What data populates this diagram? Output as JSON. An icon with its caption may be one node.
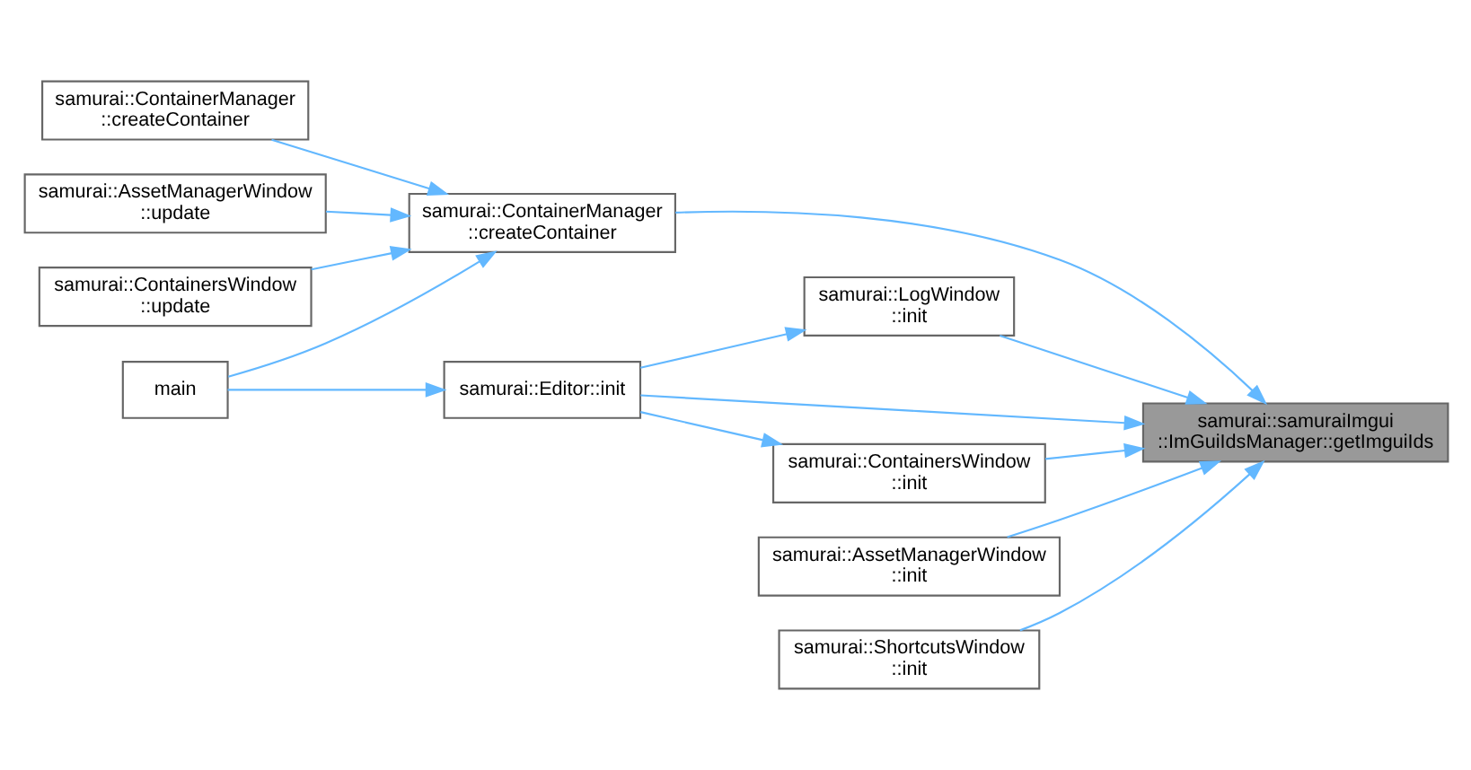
{
  "diagram": {
    "nodes": [
      {
        "text": [
          "main"
        ]
      },
      {
        "text": [
          "samurai::ContainerManager ::createContainer"
        ]
      },
      {
        "text": [
          "samurai::ContainerManager ::createContainer"
        ]
      },
      {
        "text": [
          "samurai::AssetManagerWindow ::update"
        ]
      },
      {
        "text": [
          "samurai::ContainersWindow ::update"
        ]
      },
      {
        "text": [
          "samurai::Editor::init"
        ]
      },
      {
        "text": [
          "samurai::AssetManagerWindow ::init"
        ]
      },
      {
        "text": [
          "samurai::LogWindow ::init"
        ]
      },
      {
        "text": [
          "samurai::samuraiImgui ::ImGuiIdsManager::getImguiIds"
        ]
      },
      {
        "text": [
          "samurai::ShortcutsWindow ::init"
        ]
      },
      {
        "text": [
          "samurai::ContainersWindow ::init"
        ]
      }
    ],
    "edges": [
      {
        "from": 1,
        "to": 2,
        "arrow": "to"
      },
      {
        "from": 0,
        "to": 2,
        "arrow": "to"
      },
      {
        "from": 3,
        "to": 2,
        "arrow": "to"
      },
      {
        "from": 4,
        "to": 2,
        "arrow": "to"
      },
      {
        "from": 0,
        "to": 5,
        "arrow": "to"
      },
      {
        "from": 2,
        "to": 8,
        "arrow": "to"
      },
      {
        "from": 6,
        "to": 8,
        "arrow": "to"
      },
      {
        "from": 7,
        "to": 8,
        "arrow": "to"
      },
      {
        "from": 5,
        "to": 7,
        "arrow": "to"
      },
      {
        "from": 5,
        "to": 8,
        "arrow": "to"
      },
      {
        "from": 9,
        "to": 8,
        "arrow": "to"
      },
      {
        "from": 5,
        "to": 10,
        "arrow": "to"
      },
      {
        "from": 10,
        "to": 8,
        "arrow": "to"
      }
    ]
  }
}
